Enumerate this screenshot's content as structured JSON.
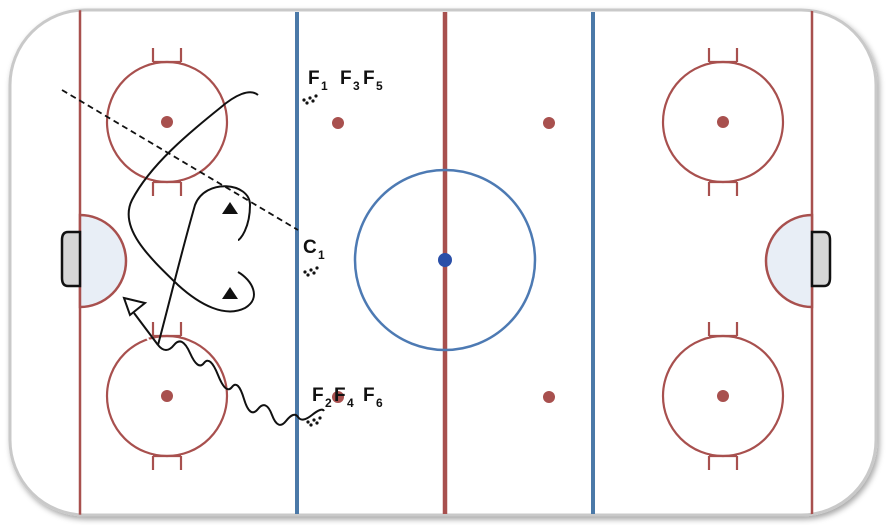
{
  "diagram": {
    "labels": {
      "f_top": {
        "base": "F",
        "subs": [
          "1",
          "3",
          "5"
        ]
      },
      "center": {
        "base": "C",
        "sub": "1"
      },
      "f_bottom": {
        "base": "F",
        "subs": [
          "2",
          "4",
          "6"
        ]
      }
    },
    "colors": {
      "red_line": "#a8504e",
      "blue_line": "#4b79a8",
      "center_dot": "#2a4fa8",
      "circle_red": "#a8504e",
      "circle_blue": "#4d7ab3",
      "crease_fill": "#e8eef6",
      "net_fill": "#d6d6d6",
      "drill_ink": "#111111"
    },
    "icons": [
      "arrow-icon",
      "triangle-marker-icon",
      "player-dots-icon"
    ]
  }
}
